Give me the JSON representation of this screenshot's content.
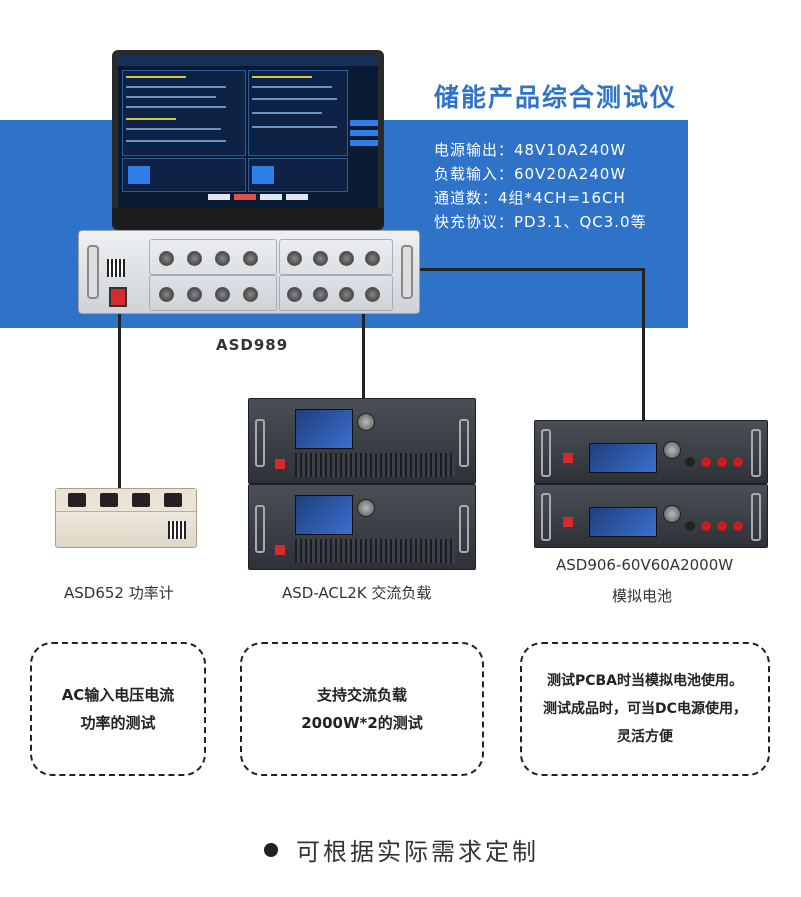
{
  "header": {
    "title": "储能产品综合测试仪",
    "specs": [
      "电源输出：48V10A240W",
      "负载输入：60V20A240W",
      "通道数：4组*4CH=16CH",
      "快充协议：PD3.1、QC3.0等"
    ]
  },
  "devices": {
    "main_label": "ASD989",
    "meter_label": "ASD652 功率计",
    "load_label": "ASD-ACL2K 交流负载",
    "battery_label_1": "ASD906-60V60A2000W",
    "battery_label_2": "模拟电池"
  },
  "notes": {
    "left": [
      "AC输入电压电流",
      "功率的测试"
    ],
    "middle": [
      "支持交流负载",
      "2000W*2的测试"
    ],
    "right": [
      "测试PCBA时当模拟电池使用。",
      "测试成品时，可当DC电源使用，",
      "灵活方便"
    ]
  },
  "footer": {
    "text": "可根据实际需求定制"
  },
  "colors": {
    "accent": "#2f73c9",
    "power_button": "#d62b2b"
  }
}
